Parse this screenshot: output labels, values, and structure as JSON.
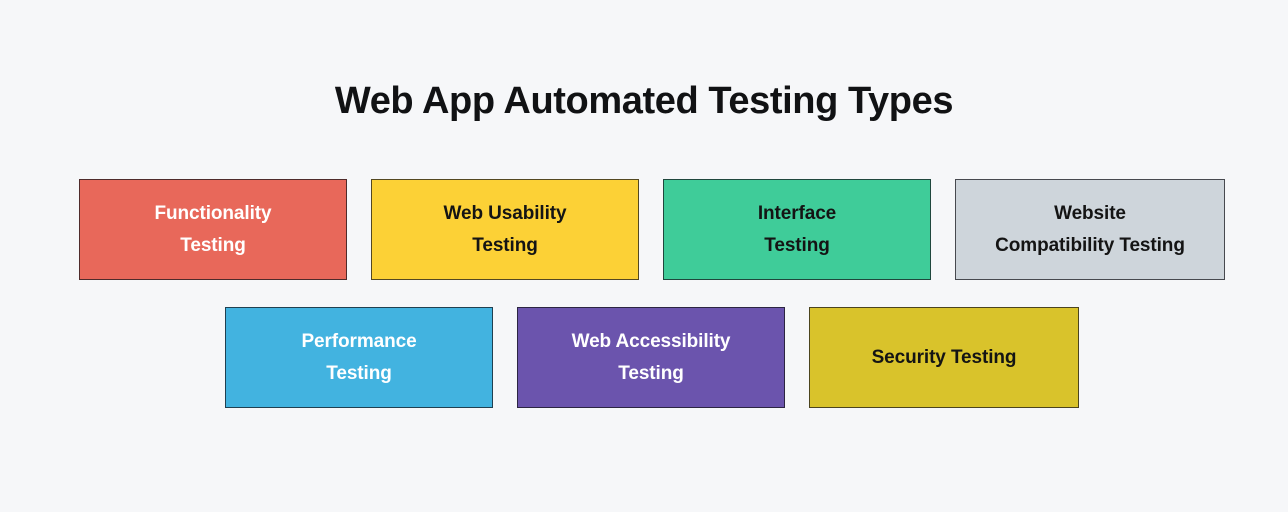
{
  "page": {
    "title": "Web App Automated Testing Types",
    "background_color": "#f6f7f9"
  },
  "rows": [
    {
      "cards": [
        {
          "label": "Functionality Testing",
          "line1": "Functionality",
          "line2": "Testing",
          "fill_color": "#e8685a",
          "text_color": "#ffffff"
        },
        {
          "label": "Web Usability Testing",
          "line1": "Web Usability",
          "line2": "Testing",
          "fill_color": "#fcd136",
          "text_color": "#141414"
        },
        {
          "label": "Interface Testing",
          "line1": "Interface",
          "line2": "Testing",
          "fill_color": "#3fcc99",
          "text_color": "#141414"
        },
        {
          "label": "Website Compatibility Testing",
          "line1": "Website",
          "line2": "Compatibility Testing",
          "fill_color": "#ced5db",
          "text_color": "#141414"
        }
      ]
    },
    {
      "cards": [
        {
          "label": "Performance Testing",
          "line1": "Performance",
          "line2": "Testing",
          "fill_color": "#42b3e0",
          "text_color": "#ffffff"
        },
        {
          "label": "Web Accessibility Testing",
          "line1": "Web Accessibility",
          "line2": "Testing",
          "fill_color": "#6b54ad",
          "text_color": "#ffffff"
        },
        {
          "label": "Security Testing",
          "line1": "Security Testing",
          "line2": "",
          "fill_color": "#d9c32b",
          "text_color": "#141414"
        }
      ]
    }
  ]
}
